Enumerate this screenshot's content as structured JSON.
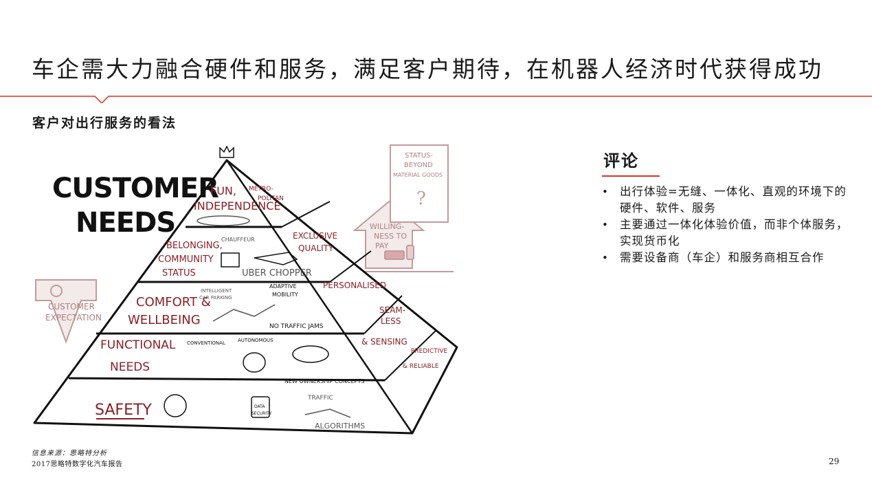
{
  "header": {
    "title": "车企需大力融合硬件和服务，满足客户期待，在机器人经济时代获得成功",
    "subtitle": "客户对出行服务的看法",
    "accent_color": "#e0301e"
  },
  "figure": {
    "heading": [
      "CUSTOMER",
      "NEEDS"
    ],
    "tiers": [
      {
        "label": [
          "FUN,",
          "INDEPENDENCE"
        ]
      },
      {
        "label": [
          "BELONGING,",
          "COMMUNITY",
          "STATUS"
        ],
        "notes": [
          "CHAUFFEUR",
          "UBER CHOPPER"
        ]
      },
      {
        "label": [
          "COMFORT &",
          "WELLBEING"
        ],
        "notes": [
          "INTELLIGENT",
          "CAR PARKING",
          "ADAPTIVE",
          "MOBILITY",
          "NO TRAFFIC JAMS"
        ]
      },
      {
        "label": [
          "FUNCTIONAL",
          "NEEDS"
        ],
        "notes": [
          "CONVENTIONAL",
          "AUTONOMOUS",
          "NEW OWNERSHIP CONCEPTS"
        ]
      },
      {
        "label": [
          "SAFETY"
        ],
        "notes": [
          "DATA",
          "SECURITY",
          "TRAFFIC",
          "ALGORITHMS"
        ]
      }
    ],
    "side_labels": [
      "METRO-",
      "POLITAN",
      "EXCLUSIVE",
      "QUALITY",
      "PERSONALISED",
      "SEAM-",
      "LESS",
      "& SENSING",
      "PREDICTIVE",
      "& RELIABLE"
    ],
    "left_arrow": [
      "CUSTOMER",
      "EXPECTATION"
    ],
    "willingness_arrow": [
      "WILLING-",
      "NESS TO",
      "PAY"
    ],
    "status_sign": [
      "STATUS-",
      "BEYOND",
      "MATERIAL GOODS"
    ],
    "ink_color": "#111111",
    "tier_color": "#8b1f26",
    "sketch_gray": "#555555",
    "pale_red": "#c49a9a"
  },
  "comments": {
    "title": "评论",
    "items": [
      "出行体验=无缝、一体化、直观的环境下的硬件、软件、服务",
      "主要通过一体化体验价值，而非个体服务，实现货币化",
      "需要设备商（车企）和服务商相互合作"
    ]
  },
  "footer": {
    "source": "信息来源：思略特分析",
    "report": "2017思略特数字化汽车报告",
    "page_number": "29"
  }
}
